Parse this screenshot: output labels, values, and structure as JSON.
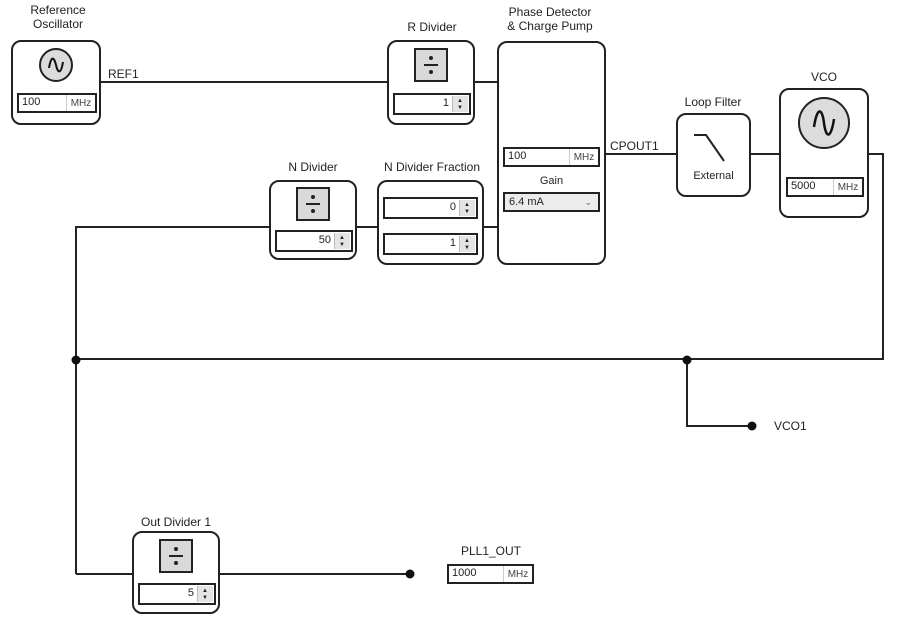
{
  "blocks": {
    "ref_osc": {
      "title_line1": "Reference",
      "title_line2": "Oscillator",
      "value": "100",
      "unit": "MHz"
    },
    "r_divider": {
      "title": "R Divider",
      "value": "1"
    },
    "pfd": {
      "title_line1": "Phase Detector",
      "title_line2": "& Charge Pump",
      "value": "100",
      "unit": "MHz",
      "gain_label": "Gain",
      "gain_value": "6.4 mA"
    },
    "loop_filter": {
      "title": "Loop Filter",
      "mode": "External"
    },
    "vco": {
      "title": "VCO",
      "value": "5000",
      "unit": "MHz"
    },
    "n_divider": {
      "title": "N Divider",
      "value": "50"
    },
    "n_fraction": {
      "title": "N Divider Fraction",
      "numerator": "0",
      "denominator": "1"
    },
    "out_divider": {
      "title": "Out Divider 1",
      "value": "5"
    },
    "pll_out": {
      "title": "PLL1_OUT",
      "value": "1000",
      "unit": "MHz"
    }
  },
  "nets": {
    "ref": "REF1",
    "cpout": "CPOUT1",
    "vco_out": "VCO1"
  },
  "icons": {
    "oscillator": "sine-wave-icon",
    "divider": "divide-icon",
    "filter": "lowpass-filter-icon",
    "spinner": "spin-arrows-icon",
    "dropdown": "chevron-down-icon"
  }
}
